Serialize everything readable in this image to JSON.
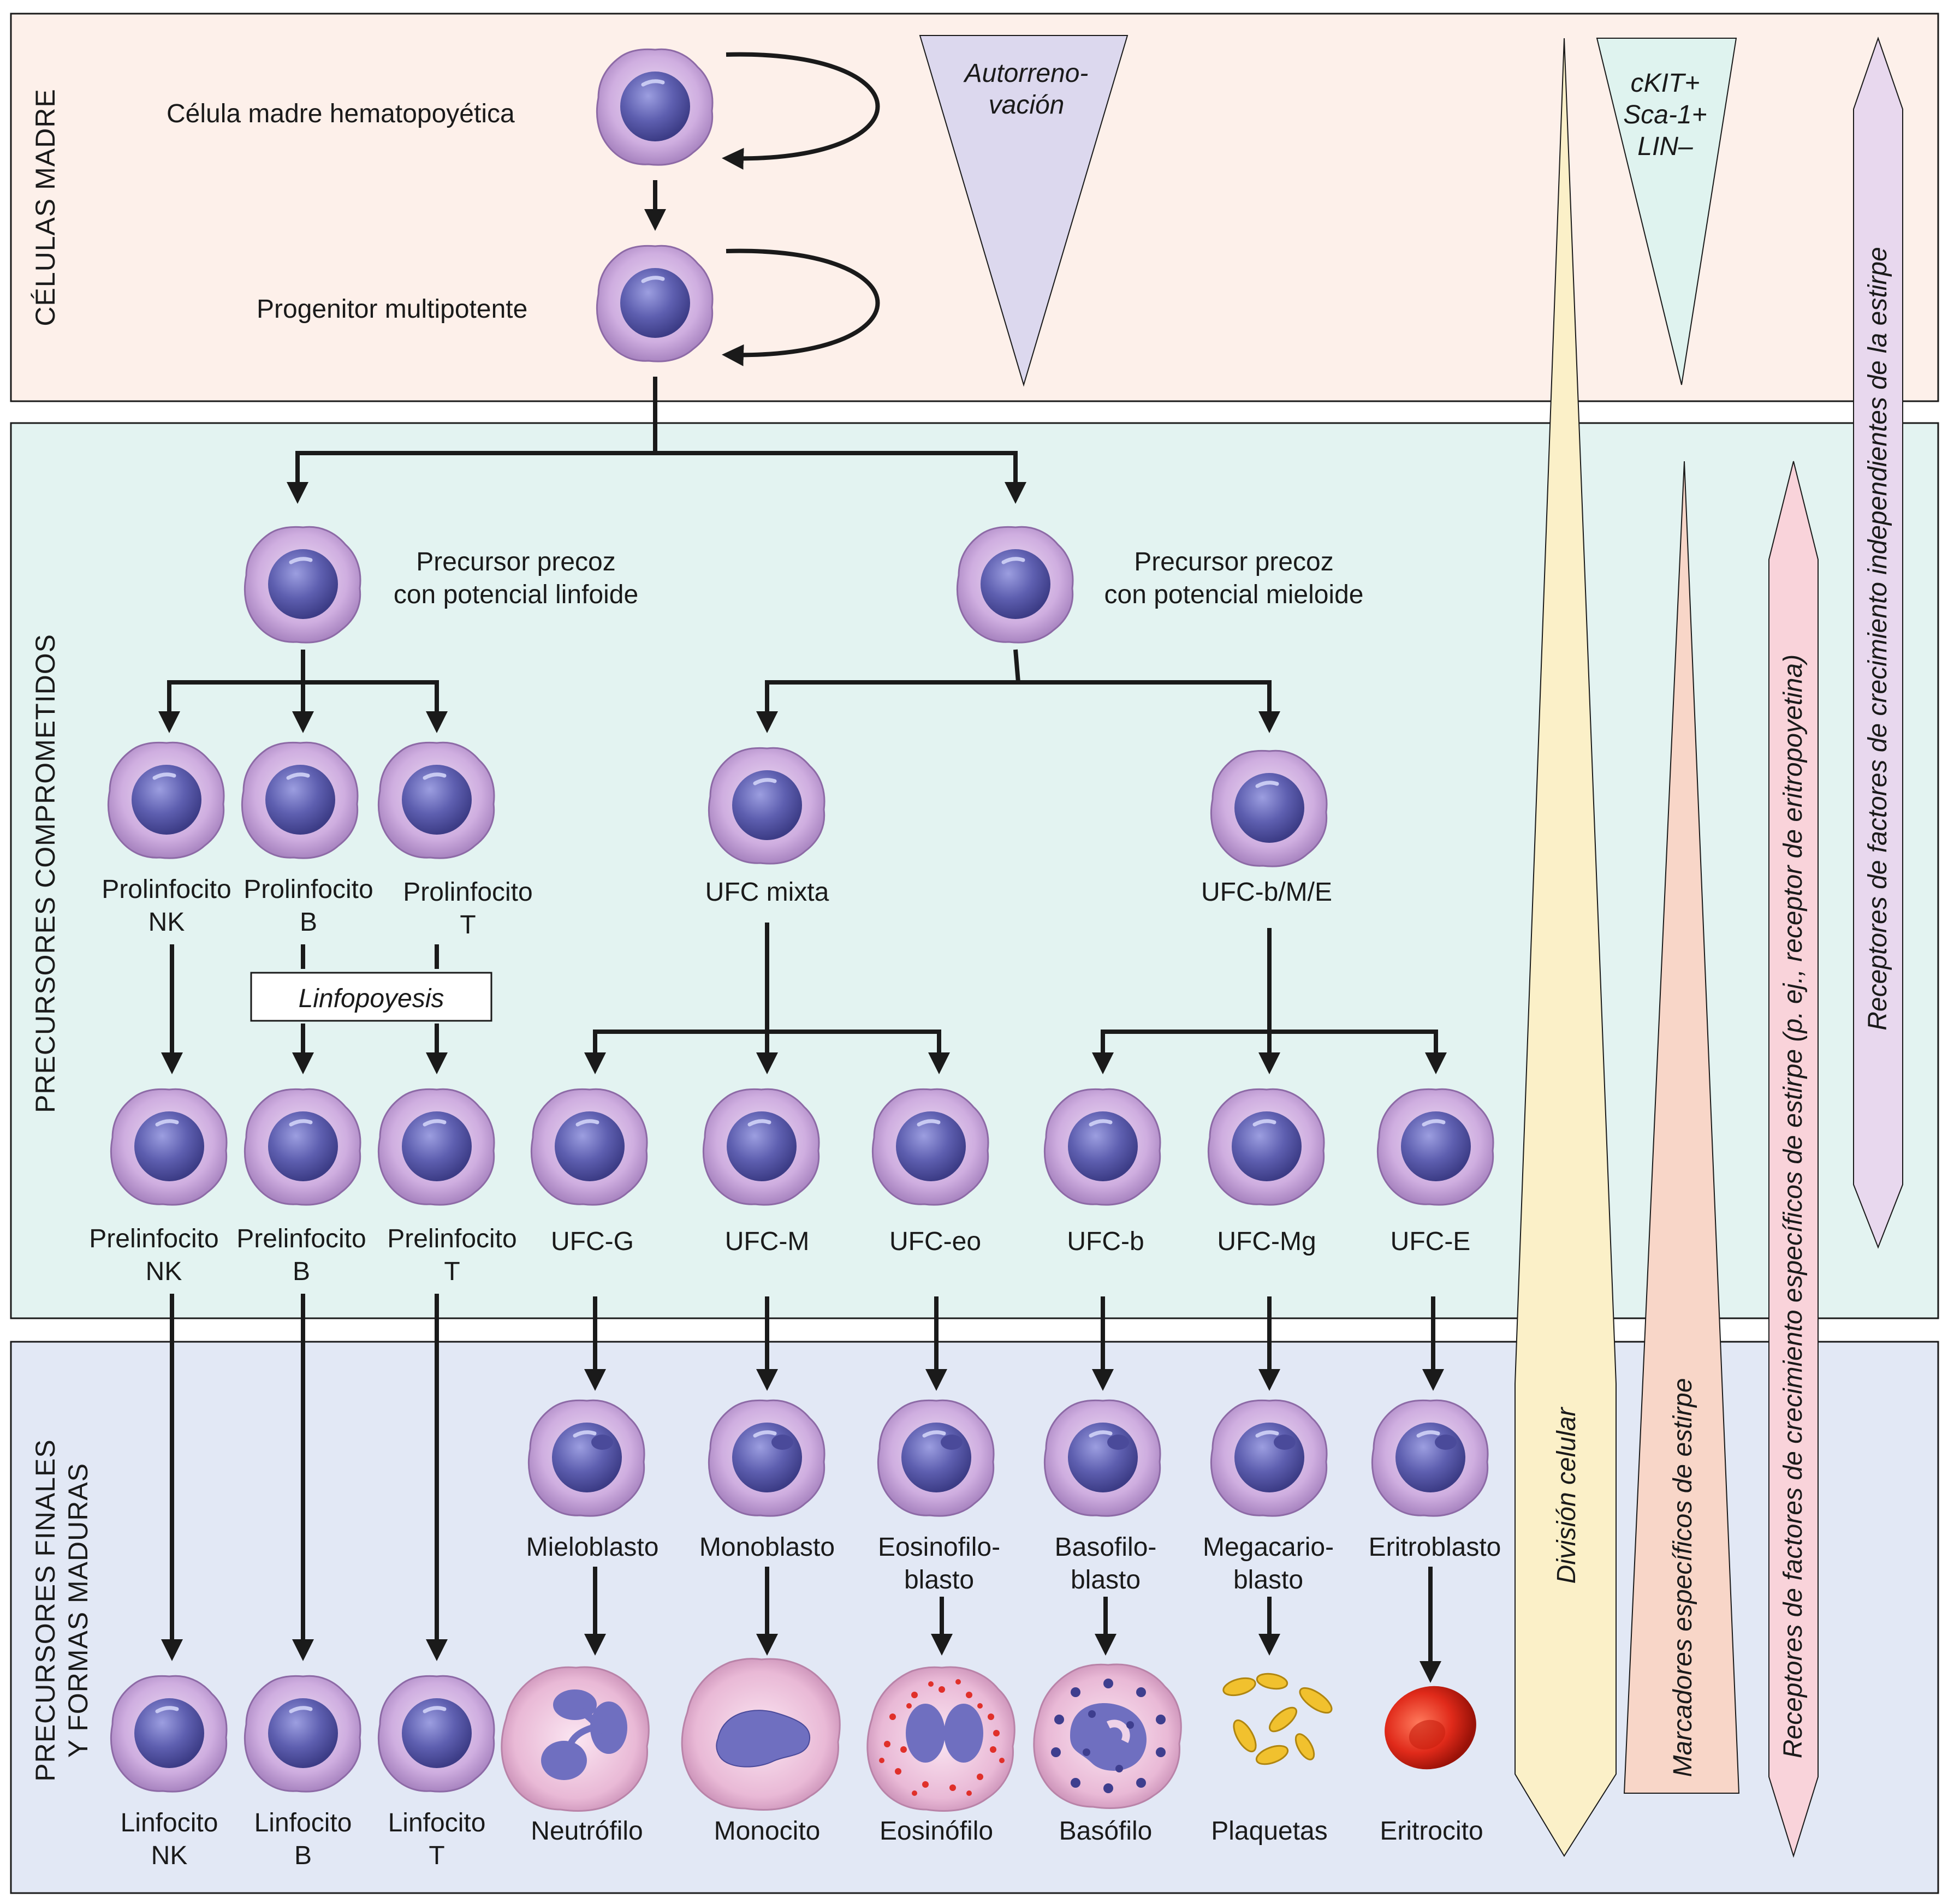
{
  "sections": {
    "stem": "CÉLULAS MADRE",
    "committed": "PRECURSORES COMPROMETIDOS",
    "final_line1": "PRECURSORES FINALES",
    "final_line2": "Y FORMAS MADURAS"
  },
  "cells": {
    "hsc": "Célula madre hematopoyética",
    "mpp": "Progenitor multipotente",
    "lymph_l1": "Precursor precoz",
    "lymph_l2": "con potencial linfoide",
    "myel_l1": "Precursor precoz",
    "myel_l2": "con potencial mieloide",
    "pro_nk_l1": "Prolinfocito",
    "pro_nk_l2": "NK",
    "pro_b_l1": "Prolinfocito",
    "pro_b_l2": "B",
    "pro_t_l1": "Prolinfocito",
    "pro_t_l2": "T",
    "ufc_mixta": "UFC mixta",
    "ufc_bme": "UFC-b/M/E",
    "linfopoyesis": "Linfopoyesis",
    "pre_nk_l1": "Prelinfocito",
    "pre_nk_l2": "NK",
    "pre_b_l1": "Prelinfocito",
    "pre_b_l2": "B",
    "pre_t_l1": "Prelinfocito",
    "pre_t_l2": "T",
    "ufc_g": "UFC-G",
    "ufc_m": "UFC-M",
    "ufc_eo": "UFC-eo",
    "ufc_b": "UFC-b",
    "ufc_mg": "UFC-Mg",
    "ufc_e": "UFC-E",
    "mieloblasto": "Mieloblasto",
    "monoblasto": "Monoblasto",
    "eosino_l1": "Eosinofilo-",
    "eosino_l2": "blasto",
    "baso_l1": "Basofilo-",
    "baso_l2": "blasto",
    "mega_l1": "Megacario-",
    "mega_l2": "blasto",
    "eritroblasto": "Eritroblasto",
    "linf_nk_l1": "Linfocito",
    "linf_nk_l2": "NK",
    "linf_b_l1": "Linfocito",
    "linf_b_l2": "B",
    "linf_t_l1": "Linfocito",
    "linf_t_l2": "T",
    "neutrofilo": "Neutrófilo",
    "monocito": "Monocito",
    "eosinofilo": "Eosinófilo",
    "basofilo": "Basófilo",
    "plaquetas": "Plaquetas",
    "eritrocito": "Eritrocito"
  },
  "gradients": {
    "autorreno_l1": "Autorreno-",
    "autorreno_l2": "vación",
    "ckit_l1": "cKIT+",
    "ckit_l2": "Sca-1+",
    "ckit_l3": "LIN–",
    "division": "División celular",
    "marcadores": "Marcadores específicos de estirpe",
    "receptores_esp_l1": "Receptores de factores de crecimiento específicos de estirpe (p. ej., receptor de eritropoyetina)",
    "receptores_ind": "Receptores de factores de crecimiento independientes de la estirpe"
  },
  "colors": {
    "stem_bg": "#fdf0ea",
    "committed_bg": "#e3f3f1",
    "final_bg": "#e2e8f5",
    "cell_outer": "#c9a6d8",
    "cell_nucleus": "#5e5fb0",
    "autorreno": "#dcd8ee",
    "ckit": "#dff3ef",
    "division": "#fbf0c8",
    "marcadores": "#f8d6c8",
    "receptores_esp": "#f9d3da",
    "receptores_ind": "#e8d8ee"
  }
}
